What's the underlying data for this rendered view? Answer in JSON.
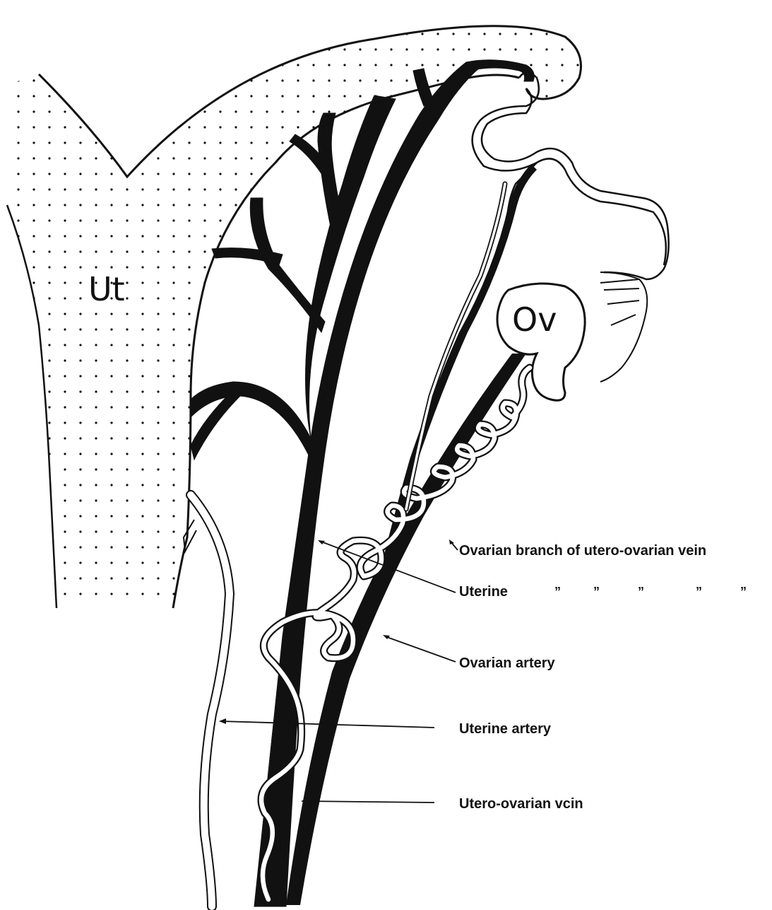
{
  "organs": {
    "uterus": "Ut",
    "ovary": "Ov"
  },
  "labels": {
    "ovarian_branch": "Ovarian branch of utero-ovarian vein",
    "uterine": "Uterine",
    "ditto_marks": [
      "”",
      "”",
      "”",
      "”",
      "”"
    ],
    "ovarian_artery": "Ovarian artery",
    "uterine_artery": "Uterine artery",
    "utero_ovarian_vein": "Utero-ovarian vcin"
  },
  "colors": {
    "ink": "#111111",
    "paper": "#ffffff"
  }
}
